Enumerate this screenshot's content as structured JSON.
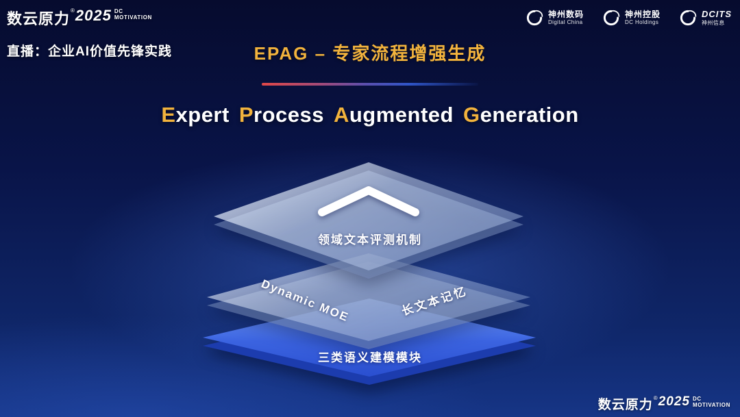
{
  "page": {
    "accent_gold": "#f2b33d",
    "background_top": "#060b2e",
    "background_bottom": "#163586",
    "layer_blue": "#3b63e0",
    "divider_gradient": [
      "#e04848",
      "#2f55c8"
    ]
  },
  "header": {
    "brand": {
      "name": "数云原力",
      "reg": "®",
      "year": "2025",
      "tag_line1": "DC",
      "tag_line2": "MOTIVATION"
    },
    "live_label": "直播：企业AI价值先锋实践",
    "logos": [
      {
        "top": "神州数码",
        "bottom": "Digital China"
      },
      {
        "top": "神州控股",
        "bottom": "DC Holdings"
      },
      {
        "top": "DCITS",
        "bottom": "神州信息"
      }
    ]
  },
  "title": "EPAG – 专家流程增强生成",
  "subtitle": {
    "w1_lead": "E",
    "w1_rest": "xpert",
    "w2_lead": "P",
    "w2_rest": "rocess",
    "w3_lead": "A",
    "w3_rest": "ugmented",
    "w4_lead": "G",
    "w4_rest": "eneration"
  },
  "diagram": {
    "top_layer_label": "领域文本评测机制",
    "mid_layer_left_label": "Dynamic MOE",
    "mid_layer_right_label": "长文本记忆",
    "bottom_layer_label": "三类语义建模模块"
  },
  "footer": {
    "brand": {
      "name": "数云原力",
      "reg": "®",
      "year": "2025",
      "tag_line1": "DC",
      "tag_line2": "MOTIVATION"
    }
  }
}
